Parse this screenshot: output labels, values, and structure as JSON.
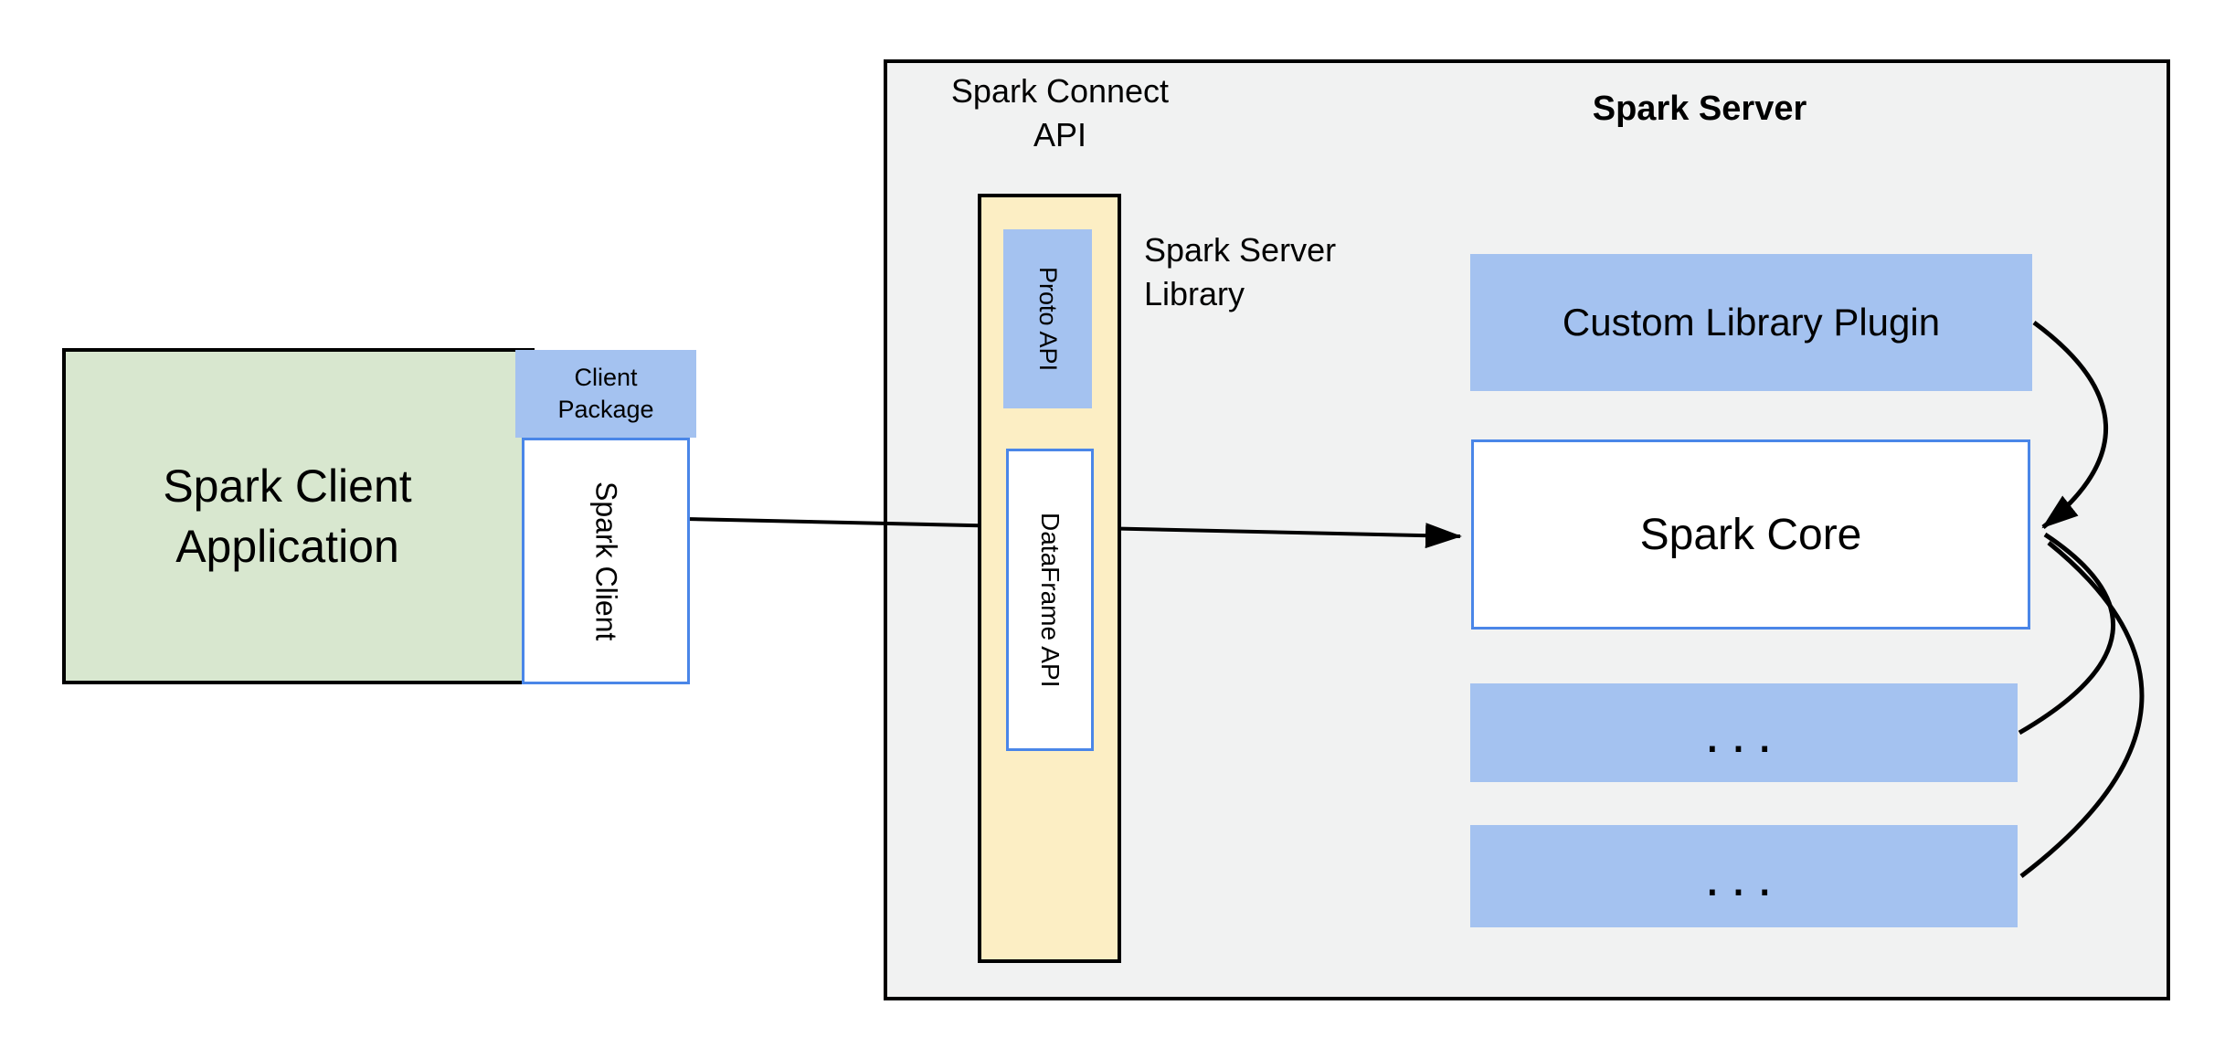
{
  "labels": {
    "spark_client_app_line1": "Spark Client",
    "spark_client_app_line2": "Application",
    "client_package_line1": "Client",
    "client_package_line2": "Package",
    "spark_client": "Spark Client",
    "spark_connect_api_line1": "Spark Connect",
    "spark_connect_api_line2": "API",
    "proto_api": "Proto API",
    "dataframe_api": "DataFrame API",
    "spark_server_library_line1": "Spark Server",
    "spark_server_library_line2": "Library",
    "spark_server": "Spark Server",
    "custom_library_plugin": "Custom Library Plugin",
    "spark_core": "Spark Core",
    "ellipsis_box_1": "...",
    "ellipsis_box_2": "..."
  },
  "colors": {
    "client_app_fill": "#d8e7cf",
    "accent_blue_fill": "#a4c2f0",
    "connect_api_fill": "#fceec4",
    "server_container_fill": "#f1f2f2",
    "blue_border": "#4a86e8",
    "line_color": "#000000",
    "text_color": "#000000",
    "page_background": "#ffffff"
  }
}
